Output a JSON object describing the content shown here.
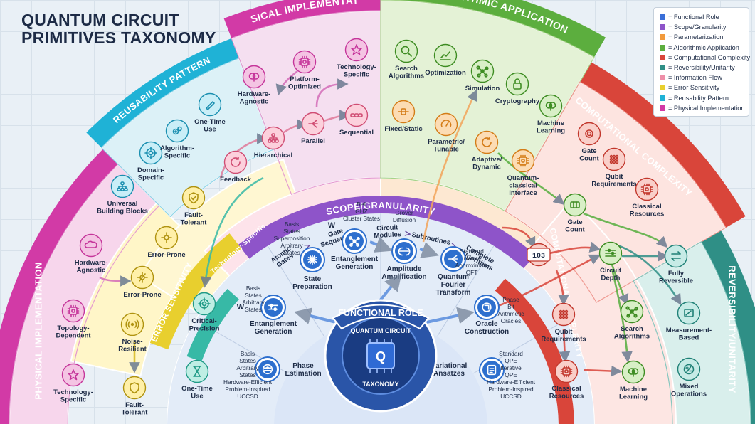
{
  "title": {
    "line1": "QUANTUM CIRCUIT",
    "line2": "PRIMITIVES TAXONOMY"
  },
  "legend": [
    {
      "label": "= Functional Role",
      "color": "#3a6fd8"
    },
    {
      "label": "= Scope/Granularity",
      "color": "#8e54c9"
    },
    {
      "label": "= Parameterization",
      "color": "#f29a3c"
    },
    {
      "label": "= Algorithmic Application",
      "color": "#5cae3e"
    },
    {
      "label": "= Computational Complexity",
      "color": "#d9453a"
    },
    {
      "label": "= Reversibility/Unitarity",
      "color": "#2f8f86"
    },
    {
      "label": "= Information Flow",
      "color": "#ee8fa8"
    },
    {
      "label": "= Error Sensitivity",
      "color": "#e8cf2e"
    },
    {
      "label": "= Reusability Pattern",
      "color": "#1fb2d6"
    },
    {
      "label": "= Physical Implementation",
      "color": "#d23aa6"
    }
  ],
  "center": {
    "ring_top": "FUNCTIONAL ROLE",
    "ring_inner_top": "QUANTUM CIRCUIT",
    "ring_inner_bottom": "TAXONOMY",
    "chip_letter": "Q"
  },
  "ring_titles": {
    "physical_left": "PHYSICAL IMPLEMENTATION",
    "reusability": "REUSABILITY PATTERN",
    "physical_top": "PHYSICAL IMPLEMENTATION",
    "algorithmic": "ALGORITHMIC APPLICATION",
    "complexity_outer": "COMPUTATIONAL COMPLEXITY",
    "reversibility": "REVERSIBILITY/UNITARITY",
    "error_sensitivity": "ERROR SENSITIVITY",
    "complexity_inner": "COMPUTATIONAL COMPLEXITY",
    "scope": "SCOPE/GRANULARITY",
    "tech_specific": "Technology-Specific"
  },
  "scope_arc": [
    "Atomic Gates",
    "Gate Sequences",
    "Circuit Modules",
    "Subroutines",
    "Complete Algorithms"
  ],
  "functional_items": [
    {
      "name": "state-preparation",
      "icon": "starburst-icon",
      "label": [
        "State",
        "Preparation"
      ],
      "side": [
        "Basis",
        "States",
        "Superposition",
        "Arbitrary",
        "States"
      ]
    },
    {
      "name": "entanglement-generation-top",
      "icon": "network-node-icon",
      "label": [
        "Entanglement",
        "Generation"
      ],
      "side": [
        "Bell",
        "GHZ",
        "Cluster States"
      ],
      "w": "W"
    },
    {
      "name": "amplitude-amplification",
      "icon": "amplifier-icon",
      "label": [
        "Amplitude",
        "Amplification"
      ],
      "side": [
        "Grover",
        "Diffusion"
      ]
    },
    {
      "name": "quantum-fourier-transform",
      "icon": "fork-arrows-icon",
      "label": [
        "Quantum",
        "Fourier",
        "Transform"
      ],
      "side": [
        "Standard",
        "Inverse",
        "Approximate",
        "QFT"
      ]
    },
    {
      "name": "entanglement-generation-left",
      "icon": "circuit-grid-icon",
      "label": [
        "Entanglement",
        "Generation"
      ],
      "side": [
        "Basis",
        "States",
        "Arbitrary",
        "States"
      ],
      "w": "W"
    },
    {
      "name": "oracle-construction",
      "icon": "oracle-icon",
      "label": [
        "Oracle",
        "Construction"
      ],
      "side": [
        "Phase",
        "Bit",
        "Arithmetic",
        "Oracles"
      ]
    },
    {
      "name": "phase-estimation",
      "icon": "phase-circuit-icon",
      "label": [
        "Phase",
        "Estimation"
      ],
      "side": [
        "Basis",
        "States",
        "Arbitrary",
        "States",
        "Hardware-Efficient",
        "Problem-Inspired",
        "UCCSD"
      ]
    },
    {
      "name": "variational-ansatzes",
      "icon": "clipboard-circuit-icon",
      "label": [
        "Variational",
        "Ansatzes"
      ],
      "side": [
        "Standard",
        "QPE",
        "Iterative",
        "QPE",
        "Hardware-Efficient",
        "Problem-Inspired",
        "UCCSD"
      ]
    }
  ],
  "nodes": [
    {
      "key": "hardware-agnostic-left",
      "label": [
        "Hardware-",
        "Agnostic"
      ],
      "icon": "cloud-icon"
    },
    {
      "key": "topology-dependent",
      "label": [
        "Topology-",
        "Dependent"
      ],
      "icon": "chip-icon"
    },
    {
      "key": "technology-specific-left",
      "label": [
        "Technology-",
        "Specific"
      ],
      "icon": "star-icon"
    },
    {
      "key": "universal-building-blocks",
      "label": [
        "Universal",
        "Building Blocks"
      ],
      "icon": "hierarchy-icon"
    },
    {
      "key": "domain-specific",
      "label": [
        "Domain-",
        "Specific"
      ],
      "icon": "target-gear-icon"
    },
    {
      "key": "algorithm-specific",
      "label": [
        "Algorithm-",
        "Specific"
      ],
      "icon": "gears-icon"
    },
    {
      "key": "one-time-use-top",
      "label": [
        "One-Time",
        "Use"
      ],
      "icon": "pen-icon"
    },
    {
      "key": "fault-tolerant-top",
      "label": [
        "Fault-",
        "Tolerant"
      ],
      "icon": "shield-check-icon"
    },
    {
      "key": "error-prone-1",
      "label": [
        "Error-Prone"
      ],
      "icon": "circuit-icon"
    },
    {
      "key": "error-prone-2",
      "label": [
        "Error-Prone"
      ],
      "icon": "broken-circuit-icon"
    },
    {
      "key": "noise-resilient",
      "label": [
        "Noise-",
        "Resilient"
      ],
      "icon": "signal-icon"
    },
    {
      "key": "fault-tolerant-bottom",
      "label": [
        "Fault-",
        "Tolerant"
      ],
      "icon": "shield-icon"
    },
    {
      "key": "critical-precision",
      "label": [
        "Critical-",
        "Precision"
      ],
      "icon": "crosshair-icon"
    },
    {
      "key": "one-time-use-bottom",
      "label": [
        "One-Time",
        "Use"
      ],
      "icon": "hourglass-icon"
    },
    {
      "key": "hardware-agnostic-top",
      "label": [
        "Hardware-",
        "Agnostic"
      ],
      "icon": "brain-icon"
    },
    {
      "key": "platform-optimized",
      "label": [
        "Platform-",
        "Optimized"
      ],
      "icon": "processor-icon"
    },
    {
      "key": "technology-specific-top",
      "label": [
        "Technology-",
        "Specific"
      ],
      "icon": "star-icon"
    },
    {
      "key": "feedback",
      "label": [
        "Feedback"
      ],
      "icon": "refresh-icon"
    },
    {
      "key": "hierarchical",
      "label": [
        "Hierarchical"
      ],
      "icon": "tree-icon"
    },
    {
      "key": "parallel",
      "label": [
        "Parallel"
      ],
      "icon": "branch-icon"
    },
    {
      "key": "sequential",
      "label": [
        "Sequential"
      ],
      "icon": "chain-icon"
    },
    {
      "key": "search-algorithms-top",
      "label": [
        "Search",
        "Algorithms"
      ],
      "icon": "magnifier-icon"
    },
    {
      "key": "optimization",
      "label": [
        "Optimization"
      ],
      "icon": "trend-chart-icon"
    },
    {
      "key": "simulation",
      "label": [
        "Simulation"
      ],
      "icon": "molecule-icon"
    },
    {
      "key": "cryptography",
      "label": [
        "Cryptography"
      ],
      "icon": "lock-icon"
    },
    {
      "key": "machine-learning-top",
      "label": [
        "Machine",
        "Learning"
      ],
      "icon": "brain-icon"
    },
    {
      "key": "fixed-static",
      "label": [
        "Fixed/Static"
      ],
      "icon": "gate-icon"
    },
    {
      "key": "parametric-tunable",
      "label": [
        "Parametric/",
        "Tunable"
      ],
      "icon": "gauge-icon"
    },
    {
      "key": "adaptive-dynamic",
      "label": [
        "Adaptive/",
        "Dynamic"
      ],
      "icon": "cycle-icon"
    },
    {
      "key": "quantum-classical-interface",
      "label": [
        "Quantum-",
        "classical",
        "interface"
      ],
      "icon": "interface-chip-icon"
    },
    {
      "key": "gate-count-top",
      "label": [
        "Gate",
        "Count"
      ],
      "icon": "coins-icon"
    },
    {
      "key": "qubit-requirements-top",
      "label": [
        "Qubit",
        "Requirements"
      ],
      "icon": "qubit-grid-icon"
    },
    {
      "key": "classical-resources-top",
      "label": [
        "Classical",
        "Resources"
      ],
      "icon": "cpu-icon"
    },
    {
      "key": "gate-count-mid",
      "label": [
        "Gate",
        "Count"
      ],
      "icon": "gate-box-icon"
    },
    {
      "key": "circuit-depth",
      "label": [
        "Circuit",
        "Depth"
      ],
      "icon": "layers-icon"
    },
    {
      "key": "number-tile",
      "label": [],
      "icon": "number-grid-icon",
      "badge": "103"
    },
    {
      "key": "qubit-requirements-bottom",
      "label": [
        "Qubit",
        "Requirements"
      ],
      "icon": "qubit-grid-icon"
    },
    {
      "key": "classical-resources-bottom",
      "label": [
        "Classical",
        "Resources"
      ],
      "icon": "cpu-icon"
    },
    {
      "key": "search-algorithms-bottom",
      "label": [
        "Search",
        "Algorithms"
      ],
      "icon": "network-icon"
    },
    {
      "key": "machine-learning-bottom",
      "label": [
        "Machine",
        "Learning"
      ],
      "icon": "brain-icon"
    },
    {
      "key": "fully-reversible",
      "label": [
        "Fully",
        "Reversible"
      ],
      "icon": "swap-arrows-icon"
    },
    {
      "key": "measurement-based",
      "label": [
        "Measurement-",
        "Based"
      ],
      "icon": "meter-icon"
    },
    {
      "key": "mixed-operations",
      "label": [
        "Mixed",
        "Operations"
      ],
      "icon": "plus-minus-icon"
    }
  ]
}
